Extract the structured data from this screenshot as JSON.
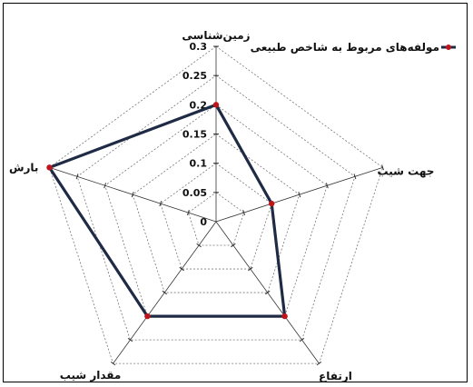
{
  "chart_data": {
    "type": "radar",
    "title": "",
    "categories": [
      "زمین‌شناسی",
      "جهت شیب",
      "ارتفاع",
      "مقدار شیب",
      "بارش"
    ],
    "series": [
      {
        "name": "مولفه‌های مربوط به شاخص طبیعی",
        "values": [
          0.2,
          0.1,
          0.2,
          0.2,
          0.3
        ]
      }
    ],
    "rlim": [
      0,
      0.3
    ],
    "ticks": [
      0,
      0.05,
      0.1,
      0.15,
      0.2,
      0.25,
      0.3
    ],
    "tick_labels": [
      "0",
      "0.05",
      "0.1",
      "0.15",
      "0.2",
      "0.25",
      "0.3"
    ],
    "grid": true,
    "legend_position": "top-right",
    "colors": {
      "series": "#1f2a44",
      "marker": "#c0141b",
      "grid": "#777777"
    }
  }
}
